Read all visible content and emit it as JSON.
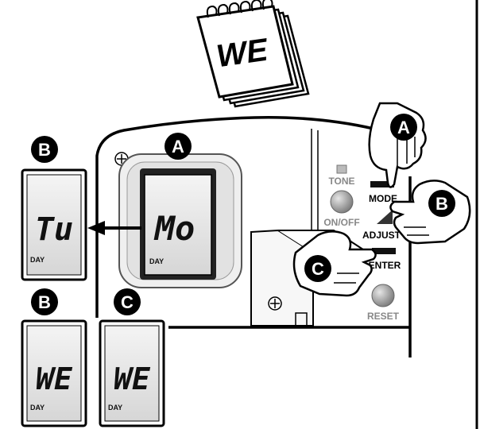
{
  "calendar": {
    "label": "WE"
  },
  "callouts": {
    "a": "A",
    "b": "B",
    "c": "C"
  },
  "lcd": {
    "day_word": "DAY"
  },
  "displays": {
    "main": {
      "day": "Mo"
    },
    "left": {
      "day": "Tu"
    },
    "bottom_left": {
      "day": "WE"
    },
    "bottom_right": {
      "day": "WE"
    }
  },
  "panel": {
    "tone_label": "TONE",
    "onoff_label": "ON/OFF",
    "mode_label": "MODE",
    "adjust_label": "ADJUST",
    "enter_label": "ENTER",
    "reset_label": "RESET"
  }
}
